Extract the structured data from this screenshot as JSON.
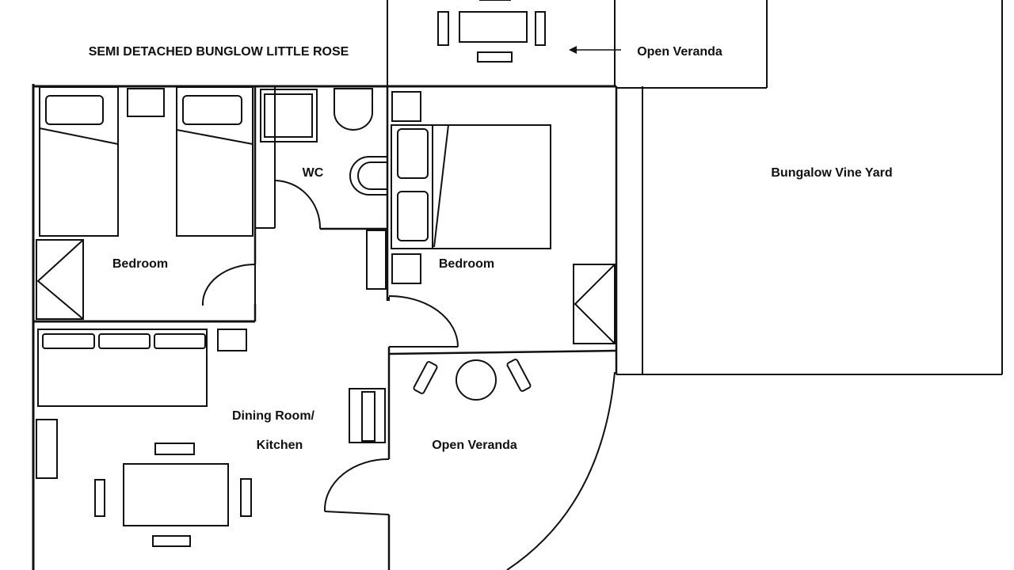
{
  "plan": {
    "title": "SEMI DETACHED BUNGLOW LITTLE ROSE",
    "labels": {
      "open_veranda_top": "Open Veranda",
      "vine_yard": "Bungalow Vine Yard",
      "wc": "WC",
      "bedroom_left": "Bedroom",
      "bedroom_right": "Bedroom",
      "dining_line1": "Dining Room/",
      "dining_line2": "Kitchen",
      "open_veranda_bottom": "Open Veranda"
    },
    "colors": {
      "line": "#111111",
      "background": "#ffffff"
    }
  }
}
